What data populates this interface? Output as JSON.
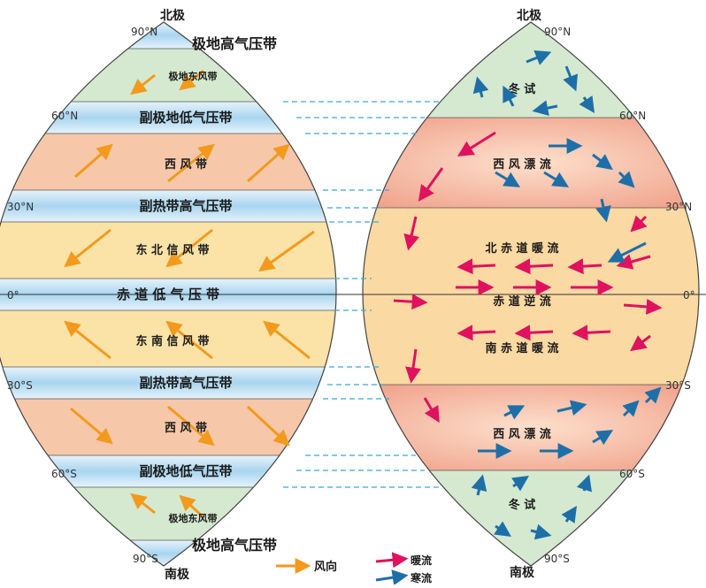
{
  "left_globe": {
    "pole_north": "北极",
    "pole_south": "南极",
    "lat_labels": {
      "n90": "90°N",
      "n60": "60°N",
      "n30": "30°N",
      "eq": "0°",
      "s30": "30°S",
      "s60": "60°S",
      "s90": "90°S"
    },
    "belts": {
      "polar_high_n": "极地高气压带",
      "polar_easterly_n": "极地东风带",
      "subpolar_low_n": "副极地低气压带",
      "westerly_n": "西 风 带",
      "subtropical_high_n": "副热带高气压带",
      "ne_trade": "东 北 信 风 带",
      "equatorial_low": "赤 道 低 气 压 带",
      "se_trade": "东 南 信 风 带",
      "subtropical_high_s": "副热带高气压带",
      "westerly_s": "西 风 带",
      "subpolar_low_s": "副极地低气压带",
      "polar_easterly_s": "极地东风带",
      "polar_high_s": "极地高气压带"
    }
  },
  "right_globe": {
    "pole_north": "北极",
    "pole_south": "南极",
    "lat_labels": {
      "n90": "90°N",
      "n60": "60°N",
      "n30": "30°N",
      "eq": "0°",
      "s30": "30°S",
      "s60": "60°S",
      "s90": "90°S"
    },
    "zones": {
      "polar_n": "冬 试",
      "westerly_n": "西 风 漂 流",
      "n_eq_current": "北 赤 道 暖 流",
      "eq_counter": "赤 道 逆 流",
      "s_eq_current": "南 赤 道 暖 流",
      "westerly_s": "西 风 漂 流",
      "polar_s": "冬 试"
    }
  },
  "legend": {
    "wind": "风向",
    "warm": "暖流",
    "cold": "寒流"
  },
  "colors": {
    "wind_arrow": "#f39a1c",
    "warm_arrow": "#e0115f",
    "cold_arrow": "#1e6fa8",
    "pressure_belt": "#bfe0f2",
    "polar_zone": "#d4e9cf",
    "westerly_zone": "#f6c7a9",
    "trade_zone": "#fbe3a8",
    "dashed_line": "#3aa7d6"
  }
}
